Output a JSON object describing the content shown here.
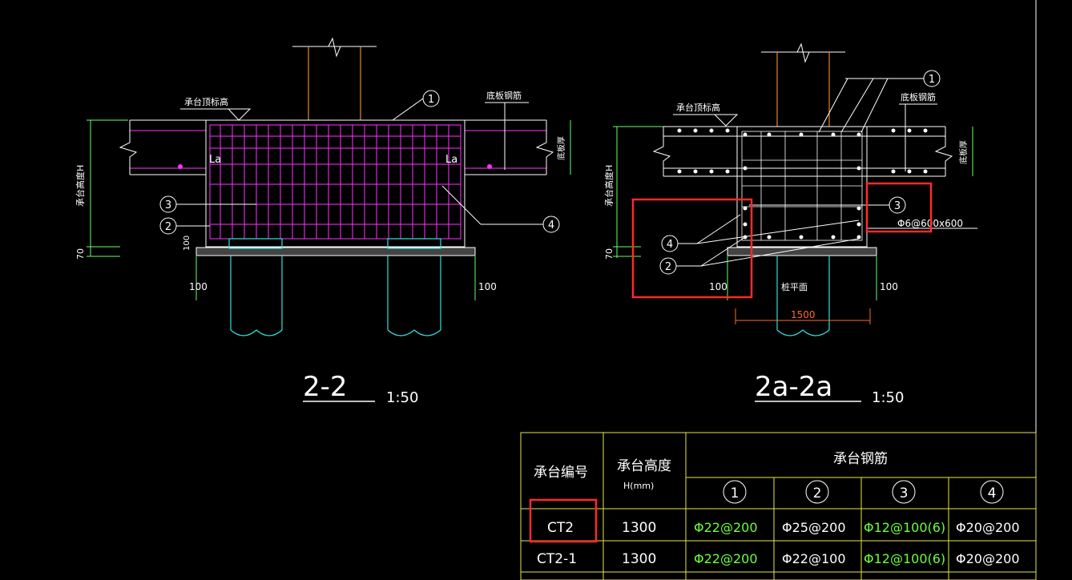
{
  "colors": {
    "background": "#000000",
    "concrete_outline": "#ffffff",
    "rebar_magenta": "#ff33ff",
    "pile_cyan": "#33e0e0",
    "column_orange": "#e08a2c",
    "dimension_green": "#66ff66",
    "table_yellow": "#e6e64d",
    "highlight_red": "#ff2a2a",
    "text_green": "#6cff3c"
  },
  "left_section": {
    "top_elevation_label": "承台顶标高",
    "bottom_rebar_label": "底板钢筋",
    "slab_thickness_label": "底板厚",
    "height_label": "承台高度H",
    "anchor_left": "La",
    "anchor_right": "La",
    "dim_70": "70",
    "dim_100_top": "100",
    "dim_100_left": "100",
    "dim_100_right": "100",
    "callouts": [
      "1",
      "2",
      "3",
      "4"
    ],
    "title": "2-2",
    "scale": "1:50"
  },
  "right_section": {
    "top_elevation_label": "承台顶标高",
    "bottom_rebar_label": "底板钢筋",
    "slab_thickness_label": "底板厚",
    "height_label": "承台高度H",
    "stirrup_label": "Φ6@600x600",
    "dim_70": "70",
    "dim_100_left": "100",
    "dim_100_right": "100",
    "pile_face_label": "桩平面",
    "width_dim": "1500",
    "callouts": [
      "1",
      "2",
      "3",
      "4"
    ],
    "title": "2a-2a",
    "scale": "1:50"
  },
  "table": {
    "col_id_header": "承台编号",
    "col_height_header": "承台高度",
    "col_height_unit": "H(mm)",
    "rebar_header": "承台钢筋",
    "rebar_cols": [
      "1",
      "2",
      "3",
      "4"
    ],
    "rows": [
      {
        "id": "CT2",
        "height": "1300",
        "r1": "Φ22@200",
        "r2": "Φ25@200",
        "r3": "Φ12@100(6)",
        "r4": "Φ20@200"
      },
      {
        "id": "CT2-1",
        "height": "1300",
        "r1": "Φ22@200",
        "r2": "Φ22@100",
        "r3": "Φ12@100(6)",
        "r4": "Φ20@200"
      }
    ]
  }
}
